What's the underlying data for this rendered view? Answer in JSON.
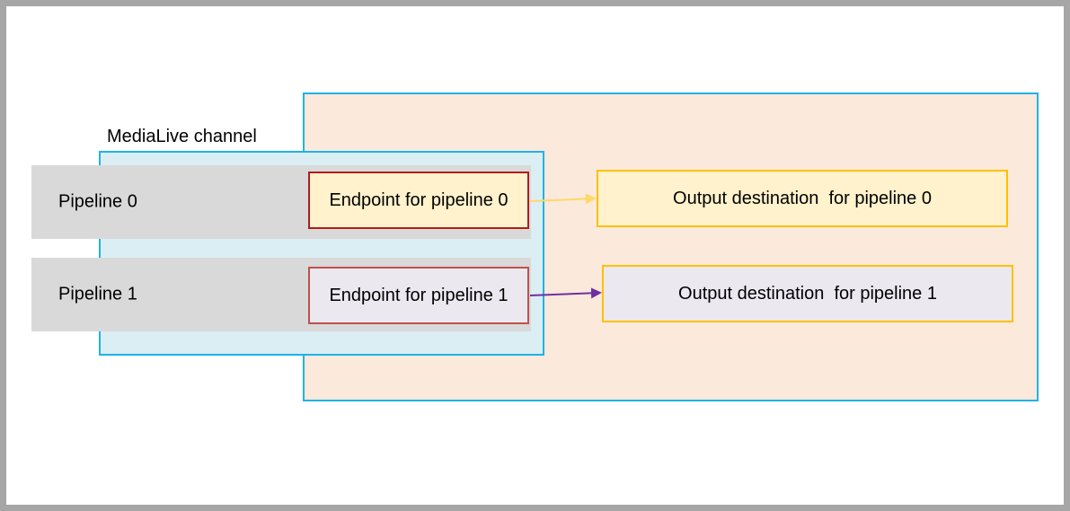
{
  "diagram": {
    "channel_label": "MediaLive channel",
    "pipelines": [
      {
        "label": "Pipeline 0"
      },
      {
        "label": "Pipeline 1"
      }
    ],
    "endpoints": [
      {
        "label": "Endpoint for pipeline 0"
      },
      {
        "label": "Endpoint for pipeline 1"
      }
    ],
    "outputs": [
      {
        "label": "Output destination  for pipeline 0"
      },
      {
        "label": "Output destination  for pipeline 1"
      }
    ],
    "colors": {
      "frame_border": "#a6a6a6",
      "region_border": "#1fb3e6",
      "outer_region_fill": "#fbe9dc",
      "channel_fill": "#dbeef4",
      "pipeline_fill": "#d9d9d9",
      "endpoint0_border": "#b01c1c",
      "endpoint1_border": "#c0504d",
      "output_border": "#ffc000",
      "arrow0": "#ffd966",
      "arrow1": "#7030a0"
    }
  }
}
